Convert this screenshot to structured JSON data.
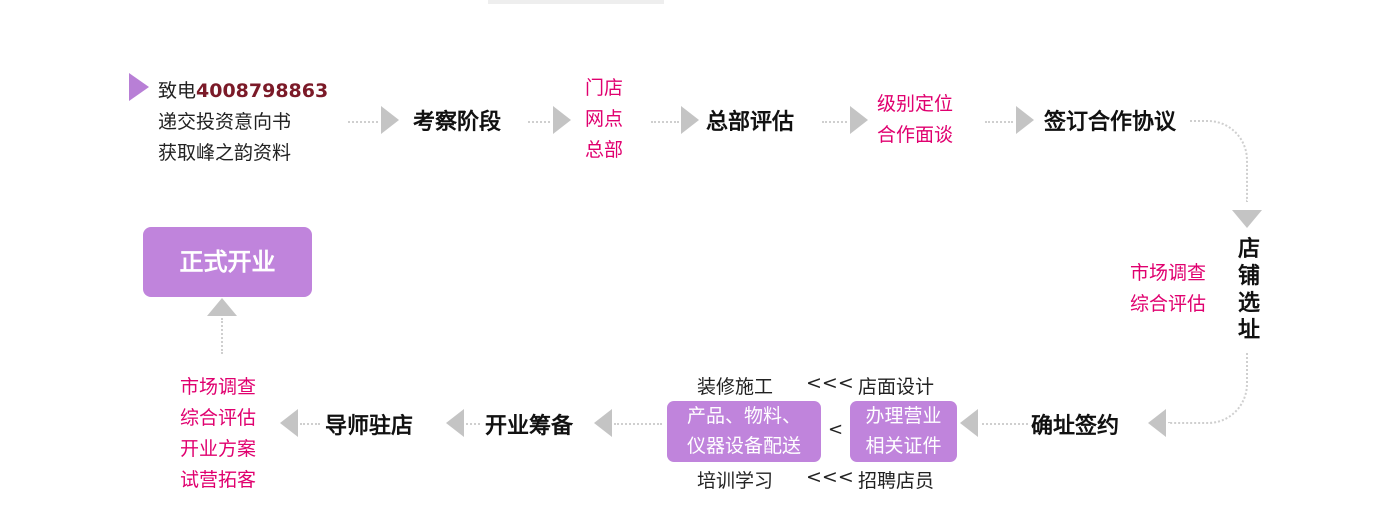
{
  "intro": {
    "line1_prefix": "致电",
    "phone": "4008798863",
    "line2": "递交投资意向书",
    "line3": "获取峰之韵资料"
  },
  "steps": {
    "inspect": "考察阶段",
    "hq_eval": "总部评估",
    "sign_agreement": "签订合作协议",
    "site_select": [
      "店",
      "铺",
      "选",
      "址"
    ],
    "confirm_sign": "确址签约",
    "prepare": "开业筹备",
    "mentor": "导师驻店",
    "opening": "正式开业"
  },
  "notes": {
    "inspect_items": [
      "门店",
      "网点",
      "总部"
    ],
    "eval_items": [
      "级别定位",
      "合作面谈"
    ],
    "site_items": [
      "市场调查",
      "综合评估"
    ],
    "mentor_items": [
      "市场调查",
      "综合评估",
      "开业方案",
      "试营拓客"
    ]
  },
  "prep": {
    "decoration": "装修施工",
    "store_design": "店面设计",
    "products_line1": "产品、物料、",
    "products_line2": "仪器设备配送",
    "license_line1": "办理营业",
    "license_line2": "相关证件",
    "training": "培训学习",
    "recruit": "招聘店员",
    "arrow_triple": "<<<",
    "arrow_single": "<"
  },
  "colors": {
    "accent_purple": "#c084dc",
    "pink_text": "#e0006f",
    "phone_text": "#7b1a28",
    "connector_gray": "#c4c4c4"
  }
}
